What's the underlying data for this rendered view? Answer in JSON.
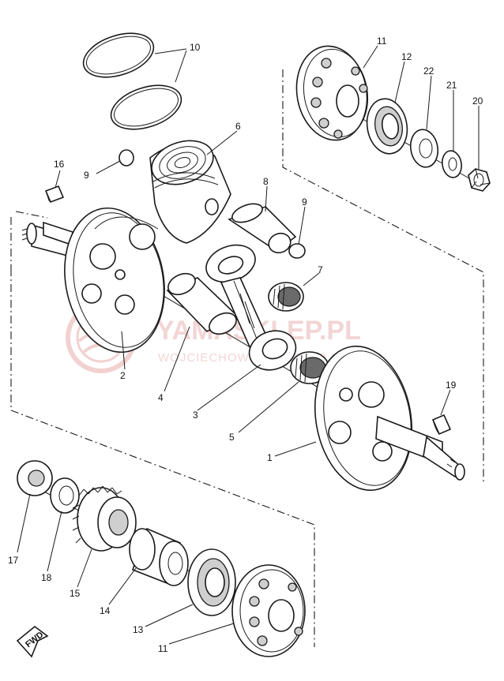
{
  "watermark": {
    "brand": "YAMASKLEP.PL",
    "subtitle": "WOJCIECHOWSKI DEALER YAMAHA"
  },
  "direction_tag": "FWD",
  "callouts": [
    {
      "id": "c10",
      "label": "10"
    },
    {
      "id": "c11a",
      "label": "11"
    },
    {
      "id": "c12",
      "label": "12"
    },
    {
      "id": "c22",
      "label": "22"
    },
    {
      "id": "c21",
      "label": "21"
    },
    {
      "id": "c20",
      "label": "20"
    },
    {
      "id": "c6",
      "label": "6"
    },
    {
      "id": "c9a",
      "label": "9"
    },
    {
      "id": "c16",
      "label": "16"
    },
    {
      "id": "c8",
      "label": "8"
    },
    {
      "id": "c9b",
      "label": "9"
    },
    {
      "id": "c7",
      "label": "7"
    },
    {
      "id": "c2",
      "label": "2"
    },
    {
      "id": "c4",
      "label": "4"
    },
    {
      "id": "c3",
      "label": "3"
    },
    {
      "id": "c5",
      "label": "5"
    },
    {
      "id": "c19",
      "label": "19"
    },
    {
      "id": "c1",
      "label": "1"
    },
    {
      "id": "c17",
      "label": "17"
    },
    {
      "id": "c18",
      "label": "18"
    },
    {
      "id": "c15",
      "label": "15"
    },
    {
      "id": "c14",
      "label": "14"
    },
    {
      "id": "c13",
      "label": "13"
    },
    {
      "id": "c11b",
      "label": "11"
    }
  ]
}
